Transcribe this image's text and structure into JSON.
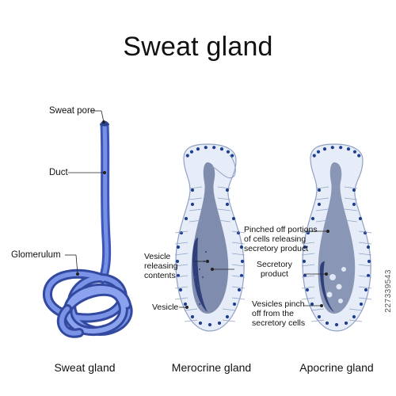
{
  "title": "Sweat gland",
  "left": {
    "labels": {
      "pore": "Sweat pore",
      "duct": "Duct",
      "glomerulum": "Glomerulum"
    },
    "caption": "Sweat gland"
  },
  "merocrine": {
    "labels": {
      "vesicle_releasing": "Vesicle\nreleasing\ncontents",
      "vesicle": "Vesicle",
      "secretory_product": "Secretory\nproduct"
    },
    "caption": "Merocrine gland"
  },
  "apocrine": {
    "labels": {
      "pinched_off": "Pinched off portions\nof cells releasing\nsecretory product",
      "vesicles_pinch": "Vesicles pinch\noff from the\nsecretory cells"
    },
    "caption": "Apocrine gland"
  },
  "watermark": "227339543",
  "colors": {
    "duct_blue": "#5b78d6",
    "duct_dark": "#3d57b8",
    "cell_fill": "#e6edf8",
    "cell_stroke": "#8fa0c4",
    "nucleus": "#1f3f8f",
    "lumen": "#7f8cae",
    "lumen_dark": "#2e3f7a"
  }
}
